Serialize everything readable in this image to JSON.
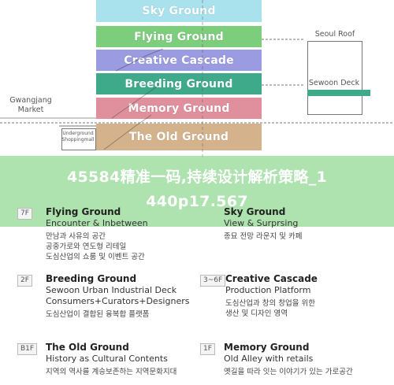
{
  "floors": [
    {
      "label": "Sky Ground",
      "color": "#a9e1ec"
    },
    {
      "label": "Flying Ground",
      "color": "#7ccd7c"
    },
    {
      "label": "Creative Cascade",
      "color": "#9b9be2"
    },
    {
      "label": "Breeding Ground",
      "color": "#3eaa8a"
    },
    {
      "label": "Memory Ground",
      "color": "#e0909c"
    },
    {
      "label": "The Old Ground",
      "color": "#d4b28c"
    }
  ],
  "side_labels": {
    "seoul_roof": "Seoul Roof",
    "sewoon_deck": "Sewoon Deck",
    "gwangjang_market": "Gwangjang\nMarket",
    "underground": "Underground\nShoppingmall"
  },
  "overlay": {
    "line1": "45584精准一码,持续设计解析策略_1",
    "line2": "440p17.567"
  },
  "legend": [
    {
      "tag": "7F",
      "title": "Flying Ground",
      "en": "Encounter & Inbetween",
      "kr": [
        "만남과 사유의 공간",
        "공중가로와 연도형 리테일",
        "도심산업의 쇼룸 및 이벤트 공간"
      ]
    },
    {
      "tag": "",
      "title": "Sky Ground",
      "en": "View & Surprsing",
      "kr": [
        "종묘 전망 라운지 및 카페"
      ]
    },
    {
      "tag": "2F",
      "title": "Breeding Ground",
      "en": "Sewoon Urban Industrial Deck",
      "en2": "Consumers+Curators+Designers",
      "kr": [
        "도심산업이 결합된 융복합 플랫폼"
      ]
    },
    {
      "tag": "3~6F",
      "title": "Creative Cascade",
      "en": "Production Platform",
      "kr": [
        "도심산업과 창의 창업을 위한",
        "생산 및 디자인 영역"
      ]
    },
    {
      "tag": "B1F",
      "title": "The Old Ground",
      "en": "History as Cultural Contents",
      "kr": [
        "지역의 역사를 계승보존하는 지역문화지대"
      ]
    },
    {
      "tag": "1F",
      "title": "Memory Ground",
      "en": "Old Alley with retails",
      "kr": [
        "옛길을 따라 잇는 이야기가 있는 가로공간"
      ]
    }
  ]
}
